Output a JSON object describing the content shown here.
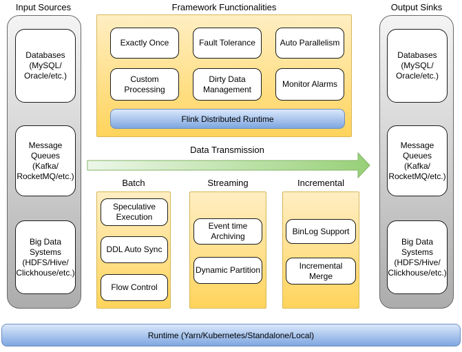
{
  "colors": {
    "gray_top": "#f4f4f4",
    "gray_bottom": "#acacac",
    "gray_border": "#666666",
    "yellow_top": "#ffeec3",
    "yellow_bottom": "#ffd45c",
    "yellow_border": "#d6b656",
    "blue_top": "#dae8fc",
    "blue_bottom": "#7ea6e0",
    "blue_border": "#6c8ebf",
    "green_light": "#edf7e9",
    "green_dark": "#97d077",
    "green_border": "#82b366",
    "box_border": "#1a1a1a"
  },
  "input_sources": {
    "title": "Input Sources",
    "items": [
      {
        "label": "Databases\n(MySQL/\nOracle/etc.)"
      },
      {
        "label": "Message\nQueues\n(Kafka/\nRocketMQ/etc.)"
      },
      {
        "label": "Big Data\nSystems\n(HDFS/Hive/\nClickhouse/etc.)"
      }
    ]
  },
  "output_sinks": {
    "title": "Output Sinks",
    "items": [
      {
        "label": "Databases\n(MySQL/\nOracle/etc.)"
      },
      {
        "label": "Message\nQueues\n(Kafka/\nRocketMQ/etc.)"
      },
      {
        "label": "Big Data\nSystems\n(HDFS/Hive/\nClickhouse/etc.)"
      }
    ]
  },
  "framework": {
    "title": "Framework Functionalities",
    "features": [
      "Exactly Once",
      "Fault Tolerance",
      "Auto Parallelism",
      "Custom\nProcessing",
      "Dirty Data\nManagement",
      "Monitor Alarms"
    ],
    "runtime_bar": "Flink Distributed Runtime"
  },
  "transmission": {
    "label": "Data Transmission"
  },
  "modes": [
    {
      "title": "Batch",
      "items": [
        "Speculative\nExecution",
        "DDL Auto Sync",
        "Flow Control"
      ]
    },
    {
      "title": "Streaming",
      "items": [
        "Event time\nArchiving",
        "Dynamic Partition"
      ]
    },
    {
      "title": "Incremental",
      "items": [
        "BinLog Support",
        "Incremental\nMerge"
      ]
    }
  ],
  "runtime": {
    "label": "Runtime (Yarn/Kubernetes/Standalone/Local)"
  }
}
